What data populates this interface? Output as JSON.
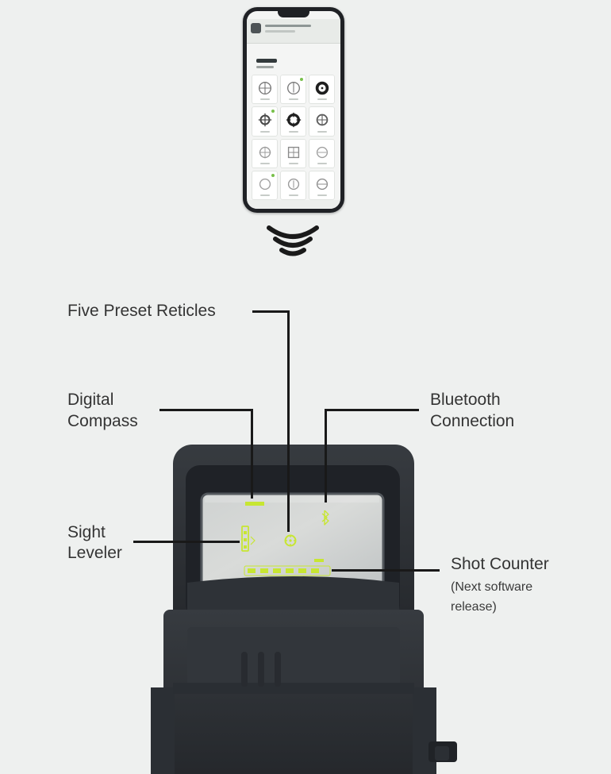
{
  "callouts": {
    "five_preset_reticles": "Five Preset Reticles",
    "digital_compass_line1": "Digital",
    "digital_compass_line2": "Compass",
    "bluetooth_line1": "Bluetooth",
    "bluetooth_line2": "Connection",
    "sight_leveler_line1": "Sight",
    "sight_leveler_line2": "Leveler",
    "shot_counter": "Shot Counter",
    "shot_counter_note_line1": "(Next software",
    "shot_counter_note_line2": "release)"
  },
  "colors": {
    "background": "#eef0ef",
    "sight_body": "#2a2d31",
    "hud_green": "#c7e632",
    "callout_line": "#191919",
    "phone_accent": "#78c04b"
  },
  "icons": {
    "wireless": "wireless-signal-icon",
    "reticle": "reticle-icon",
    "compass": "digital-compass-icon",
    "bluetooth": "bluetooth-icon",
    "leveler": "sight-leveler-icon"
  }
}
